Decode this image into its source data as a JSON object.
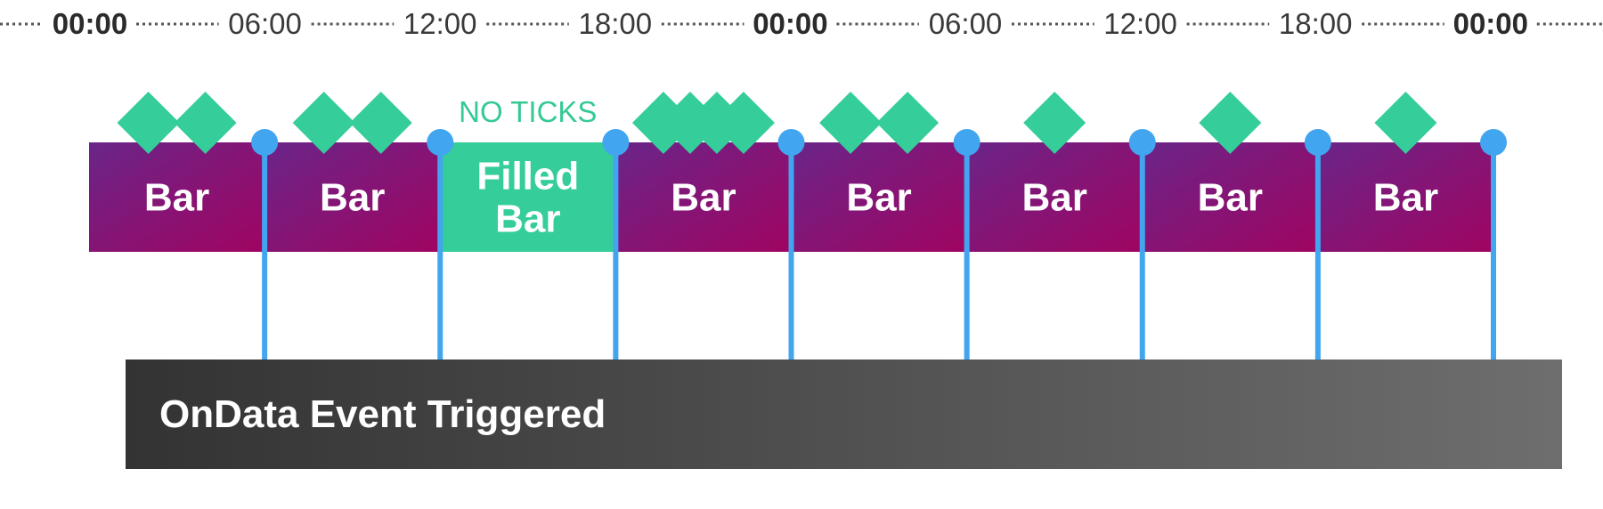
{
  "timeline": {
    "labels": [
      {
        "text": "00:00",
        "major": true
      },
      {
        "text": "06:00",
        "major": false
      },
      {
        "text": "12:00",
        "major": false
      },
      {
        "text": "18:00",
        "major": false
      },
      {
        "text": "00:00",
        "major": true
      },
      {
        "text": "06:00",
        "major": false
      },
      {
        "text": "12:00",
        "major": false
      },
      {
        "text": "18:00",
        "major": false
      },
      {
        "text": "00:00",
        "major": true
      }
    ]
  },
  "bars": [
    {
      "label": [
        "Bar"
      ],
      "filled": false,
      "ticks": 2
    },
    {
      "label": [
        "Bar"
      ],
      "filled": false,
      "ticks": 2
    },
    {
      "label": [
        "Filled",
        "Bar"
      ],
      "filled": true,
      "ticks": 0,
      "note": "NO TICKS"
    },
    {
      "label": [
        "Bar"
      ],
      "filled": false,
      "ticks": 4
    },
    {
      "label": [
        "Bar"
      ],
      "filled": false,
      "ticks": 2
    },
    {
      "label": [
        "Bar"
      ],
      "filled": false,
      "ticks": 1
    },
    {
      "label": [
        "Bar"
      ],
      "filled": false,
      "ticks": 1
    },
    {
      "label": [
        "Bar"
      ],
      "filled": false,
      "ticks": 1
    }
  ],
  "event": {
    "label": "OnData Event Triggered"
  },
  "colors": {
    "bar_start": "#6a2589",
    "bar_end": "#a00461",
    "filled": "#35cd99",
    "tick": "#35cd99",
    "connector": "#42a5f0",
    "event_start": "#333333",
    "event_end": "#6e6e6e",
    "dots": "#555555"
  }
}
